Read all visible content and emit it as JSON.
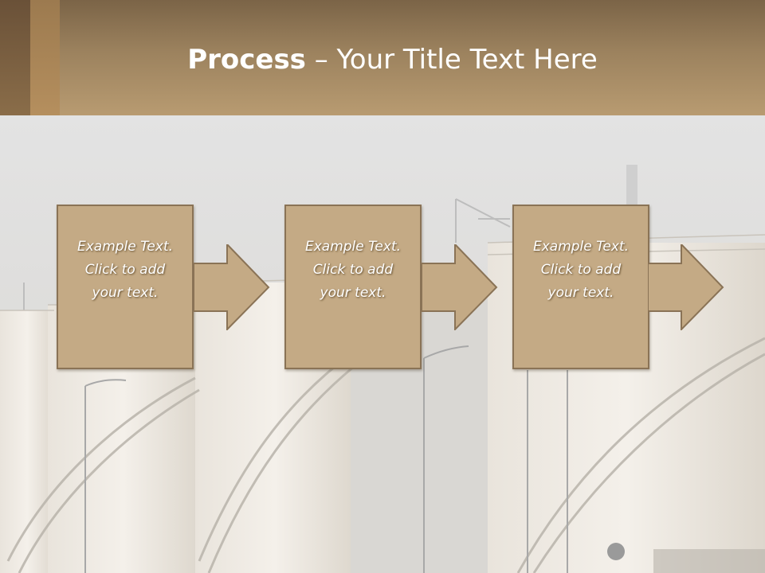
{
  "slide": {
    "title_strong": "Process",
    "title_rest": " – Your Title Text Here",
    "boxes": [
      {
        "line1": "Example Text.",
        "line2": "Click  to add",
        "line3": "your text."
      },
      {
        "line1": "Example Text.",
        "line2": "Click  to add",
        "line3": "your text."
      },
      {
        "line1": "Example Text.",
        "line2": "Click  to add",
        "line3": "your text."
      }
    ]
  },
  "colors": {
    "header": "#b89b71",
    "box_fill": "#c4aa85",
    "box_border": "#8a7356",
    "background": "#e9e8e6"
  }
}
